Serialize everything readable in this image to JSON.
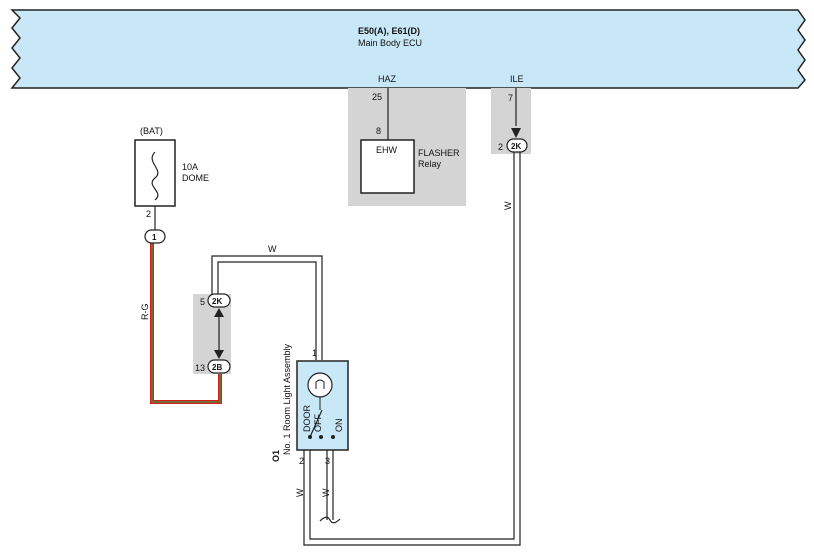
{
  "ecu": {
    "title": "E50(A), E61(D)",
    "subtitle": "Main Body ECU",
    "pin_haz_name": "HAZ",
    "pin_ile_name": "ILE",
    "fill_color": "#c8e8f8"
  },
  "flasher": {
    "pin_top": "25",
    "pin_bottom": "8",
    "terminal": "EHW",
    "name_line1": "FLASHER",
    "name_line2": "Relay"
  },
  "ile_branch": {
    "pin_top": "7",
    "pin_conn": "2",
    "conn_label": "2K",
    "wire_color": "W"
  },
  "fuse": {
    "source": "(BAT)",
    "rating": "10A",
    "name": "DOME",
    "pin": "2"
  },
  "junction": {
    "conn1_label": "1",
    "wire_rg": "R-G",
    "top_wire_color": "W",
    "conn_2k_pin": "5",
    "conn_2k_label": "2K",
    "conn_2b_pin": "13",
    "conn_2b_label": "2B"
  },
  "room_light": {
    "code": "O1",
    "name": "No. 1 Room Light Assembly",
    "pin_top": "1",
    "pin_bl": "2",
    "pin_br": "3",
    "sw_door": "DOOR",
    "sw_off": "OFF",
    "sw_on": "ON",
    "wire_left": "W",
    "wire_right": "W"
  },
  "colors": {
    "shade": "#d4d4d4",
    "wire_red": "#d42020",
    "wire_green": "#3a9a3a"
  }
}
